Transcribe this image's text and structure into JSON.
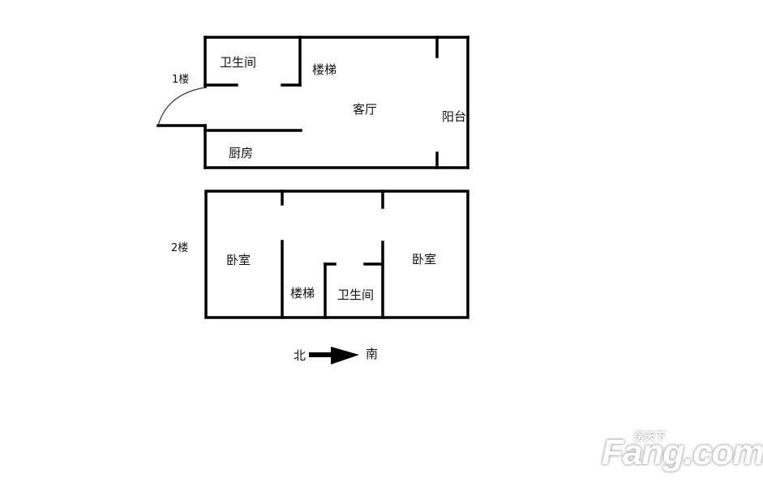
{
  "floors": [
    {
      "label": "1楼",
      "rooms": {
        "bathroom": "卫生间",
        "stairs": "楼梯",
        "living_room": "客厅",
        "balcony": "阳台",
        "kitchen": "厨房"
      }
    },
    {
      "label": "2楼",
      "rooms": {
        "bedroom_north": "卧室",
        "stairs": "楼梯",
        "bathroom": "卫生间",
        "bedroom_south": "卧室"
      }
    }
  ],
  "compass": {
    "from": "北",
    "to": "南",
    "arrow_icon": "arrow-right-icon"
  },
  "watermark": {
    "brand": "Fang.com",
    "brand_cn": "房天下"
  },
  "colors": {
    "wall": "#000000",
    "background": "#ffffff"
  }
}
